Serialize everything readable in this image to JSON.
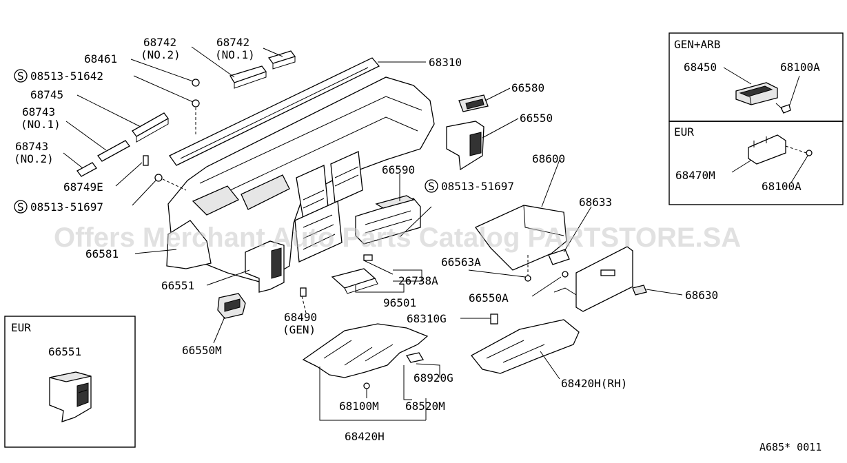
{
  "watermark": "Offers Merchant Auto Parts Catalog PARTSTORE.SA",
  "reference_code": "A685* 0011",
  "boxes": {
    "gen_arb": {
      "title": "GEN+ARB",
      "labels": [
        "68450",
        "68100A"
      ]
    },
    "eur_right": {
      "title": "EUR",
      "labels": [
        "68470M",
        "68100A"
      ]
    },
    "eur_left": {
      "title": "EUR",
      "labels": [
        "66551"
      ]
    }
  },
  "labels": {
    "p68742_no2_a": "68742",
    "p68742_no2_b": "(NO.2)",
    "p68742_no1_a": "68742",
    "p68742_no1_b": "(NO.1)",
    "p68461": "68461",
    "p08513_a": "08513-51642",
    "p68745": "68745",
    "p68743_no1_a": "68743",
    "p68743_no1_b": "(NO.1)",
    "p68743_no2_a": "68743",
    "p68743_no2_b": "(NO.2)",
    "p68749e": "68749E",
    "p08513_b": "08513-51697",
    "p68310": "68310",
    "p66580": "66580",
    "p66550": "66550",
    "p66590": "66590",
    "p08513_c": "08513-51697",
    "p68600": "68600",
    "p68633": "68633",
    "p66581": "66581",
    "p66563a": "66563A",
    "p26738a": "26738A",
    "p66551": "66551",
    "p96501": "96501",
    "p66550a": "66550A",
    "p68630": "68630",
    "p68490_a": "68490",
    "p68490_b": "(GEN)",
    "p68310g": "68310G",
    "p66550m": "66550M",
    "p68920g": "68920G",
    "p68420h_rh": "68420H(RH)",
    "p68100m": "68100M",
    "p68520m": "68520M",
    "p68420h": "68420H"
  },
  "symbols": {
    "standard_part": "S"
  }
}
